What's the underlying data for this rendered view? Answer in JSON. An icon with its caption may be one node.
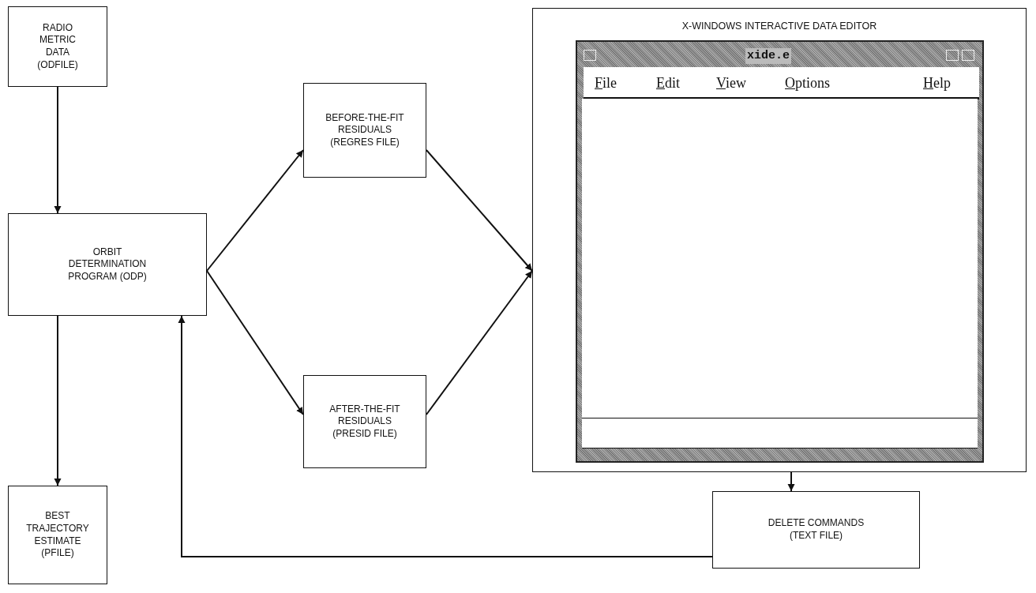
{
  "diagram": {
    "nodes": [
      {
        "text": [
          "RADIO METRIC DATA (ODFILE)"
        ]
      },
      {
        "text": [
          "ORBIT DETERMINATION PROGRAM (ODP)"
        ]
      },
      {
        "text": [
          "BEST TRAJECTORY ESTIMATE (PFILE)"
        ]
      },
      {
        "text": [
          "BEFORE-THE-FIT RESIDUALS (REGRES FILE)"
        ]
      },
      {
        "text": [
          "AFTER-THE-FIT RESIDUALS (PRESID FILE)"
        ]
      },
      {
        "text": [
          "X-WINDOWS INTERACTIVE DATA EDITOR"
        ]
      },
      {
        "text": [
          "xide.e"
        ],
        "in": 5
      },
      {
        "text": [
          "DELETE COMMANDS (TEXT FILE)"
        ]
      }
    ],
    "edges": [
      {
        "from": 0,
        "to": 1,
        "arrow": "to"
      },
      {
        "from": 1,
        "to": 2,
        "arrow": "to"
      },
      {
        "from": 1,
        "to": 3,
        "arrow": "to"
      },
      {
        "from": 1,
        "to": 4,
        "arrow": "to"
      },
      {
        "from": 3,
        "to": 5,
        "arrow": "to"
      },
      {
        "from": 4,
        "to": 5,
        "arrow": "to"
      },
      {
        "from": 5,
        "to": 7,
        "arrow": "to"
      },
      {
        "from": 7,
        "to": 1,
        "arrow": "to"
      }
    ],
    "labels": [
      "File",
      "Edit",
      "View",
      "Options",
      "Help"
    ]
  }
}
